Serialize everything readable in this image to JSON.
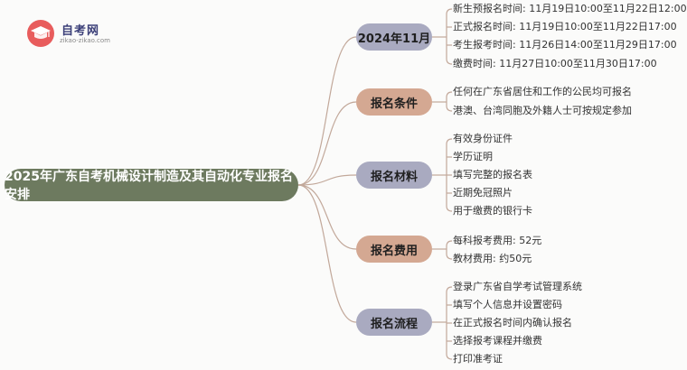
{
  "logo": {
    "name": "自考网",
    "url": "zikao-zikao.com"
  },
  "root": {
    "title": "2025年广东自考机械设计制造及其自动化专业报名安排"
  },
  "branches": [
    {
      "label": "2024年11月",
      "color": "#a9aac0",
      "items": [
        "新生预报名时间: 11月19日10:00至11月22日12:00",
        "正式报名时间: 11月19日10:00至11月22日17:00",
        "考生报考时间: 11月26日14:00至11月29日17:00",
        "缴费时间: 11月27日10:00至11月30日17:00"
      ]
    },
    {
      "label": "报名条件",
      "color": "#d4a892",
      "items": [
        "任何在广东省居住和工作的公民均可报名",
        "港澳、台湾同胞及外籍人士可按规定参加"
      ]
    },
    {
      "label": "报名材料",
      "color": "#a9aac0",
      "items": [
        "有效身份证件",
        "学历证明",
        "填写完整的报名表",
        "近期免冠照片",
        "用于缴费的银行卡"
      ]
    },
    {
      "label": "报名费用",
      "color": "#d4a892",
      "items": [
        "每科报考费用: 52元",
        "教材费用: 约50元"
      ]
    },
    {
      "label": "报名流程",
      "color": "#a9aac0",
      "items": [
        "登录广东省自学考试管理系统",
        "填写个人信息并设置密码",
        "在正式报名时间内确认报名",
        "选择报考课程并缴费",
        "打印准考证"
      ]
    }
  ]
}
